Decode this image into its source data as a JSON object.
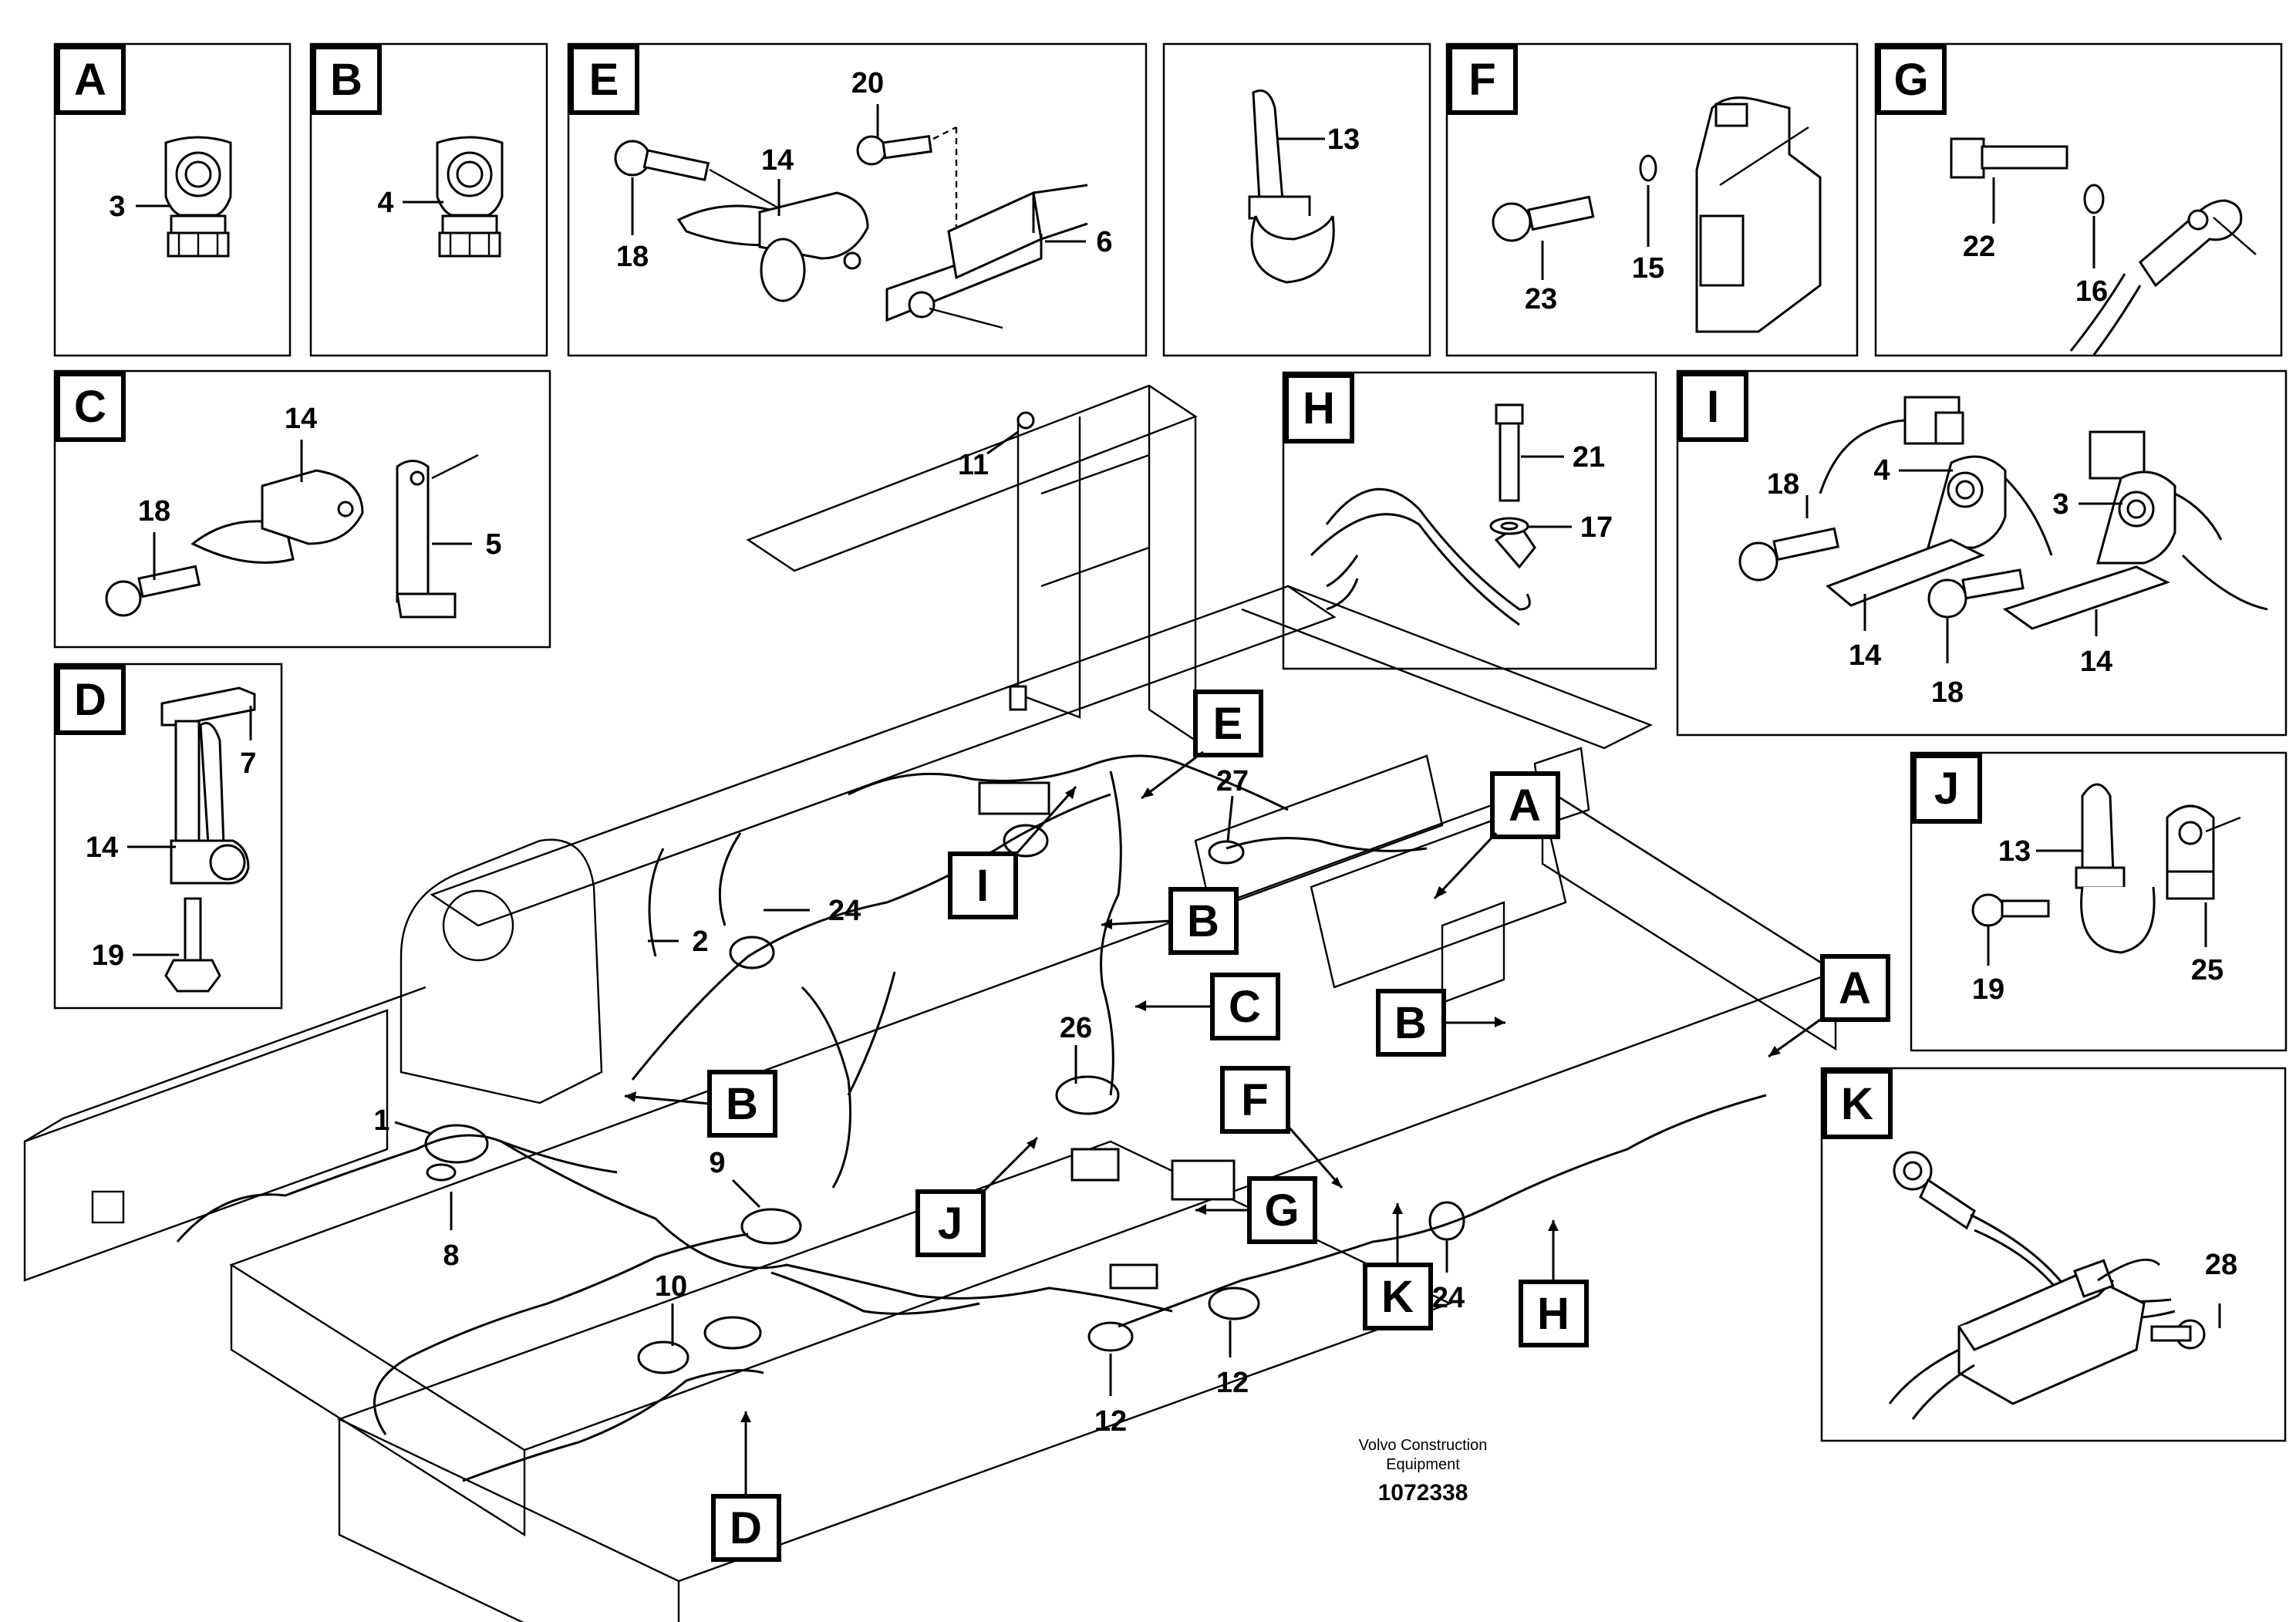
{
  "detail_panels": [
    {
      "letter": "A",
      "callouts": [
        "3"
      ]
    },
    {
      "letter": "B",
      "callouts": [
        "4"
      ]
    },
    {
      "letter": "E",
      "callouts": [
        "20",
        "14",
        "18",
        "6"
      ]
    },
    {
      "letter": "",
      "callouts": [
        "13"
      ]
    },
    {
      "letter": "F",
      "callouts": [
        "23",
        "15"
      ]
    },
    {
      "letter": "G",
      "callouts": [
        "22",
        "16"
      ]
    },
    {
      "letter": "C",
      "callouts": [
        "14",
        "18",
        "5"
      ]
    },
    {
      "letter": "D",
      "callouts": [
        "7",
        "14",
        "19"
      ]
    },
    {
      "letter": "H",
      "callouts": [
        "21",
        "17"
      ]
    },
    {
      "letter": "I",
      "callouts": [
        "18",
        "4",
        "3",
        "14",
        "18",
        "14"
      ]
    },
    {
      "letter": "J",
      "callouts": [
        "13",
        "19",
        "25"
      ]
    },
    {
      "letter": "K",
      "callouts": [
        "28"
      ]
    }
  ],
  "main_view": {
    "callouts": [
      "11",
      "27",
      "24",
      "2",
      "26",
      "1",
      "9",
      "8",
      "10",
      "12",
      "12",
      "24"
    ],
    "detail_flags": [
      "E",
      "A",
      "I",
      "B",
      "C",
      "A",
      "B",
      "B",
      "F",
      "J",
      "G",
      "K",
      "H",
      "D"
    ]
  },
  "credit": {
    "line1": "Volvo Construction",
    "line2": "Equipment",
    "drawing_number": "1072338"
  }
}
